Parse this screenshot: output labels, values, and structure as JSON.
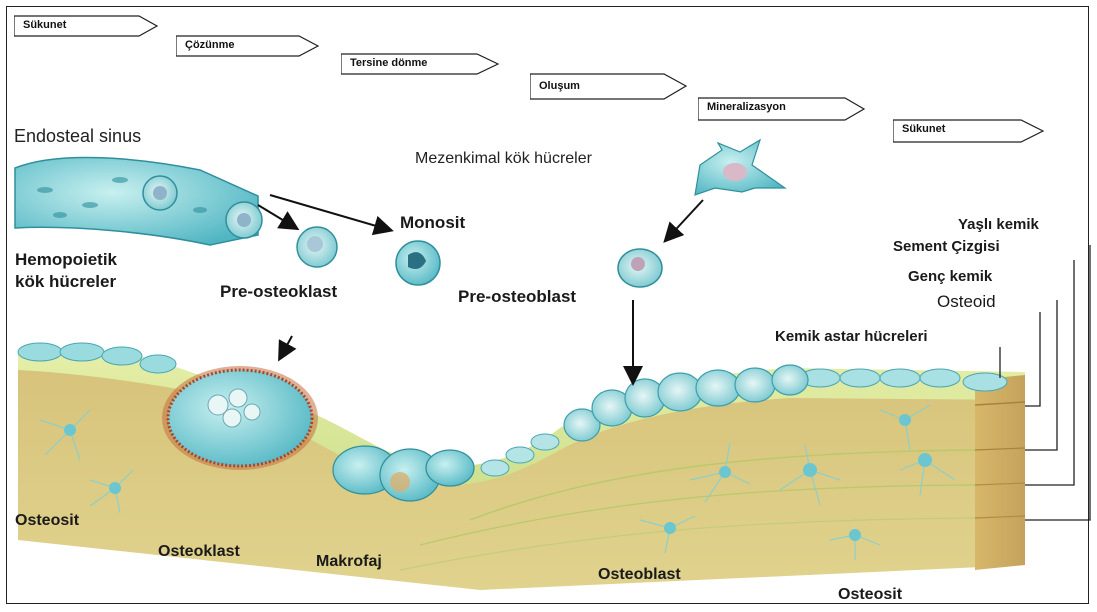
{
  "phases": [
    {
      "label": "Sükunet"
    },
    {
      "label": "Çözünme"
    },
    {
      "label": "Tersine dönme"
    },
    {
      "label": "Oluşum"
    },
    {
      "label": "Mineralizasyon"
    },
    {
      "label": "Sükunet"
    }
  ],
  "labels": {
    "endosteal_sinus": "Endosteal sinus",
    "mezenkimal": "Mezenkimal kök hücreler",
    "monosit": "Monosit",
    "hemopoietik_1": "Hemopoietik",
    "hemopoietik_2": "kök hücreler",
    "pre_osteoklast": "Pre-osteoklast",
    "pre_osteoblast": "Pre-osteoblast",
    "yasli_kemik": "Yaşlı kemik",
    "sement_cizgisi": "Sement Çizgisi",
    "genc_kemik": "Genç kemik",
    "osteoid": "Osteoid",
    "kemik_astar": "Kemik astar hücreleri",
    "osteosit_left": "Osteosit",
    "osteoklast": "Osteoklast",
    "makrofaj": "Makrofaj",
    "osteoblast": "Osteoblast",
    "osteosit_right": "Osteosit"
  },
  "colors": {
    "bone_top": "#d9e69a",
    "bone_side": "#c9b86a",
    "cell_blue": "#7fd3d6",
    "cell_dark": "#3aa3b3",
    "osteoclast_edge": "#a8482a"
  }
}
